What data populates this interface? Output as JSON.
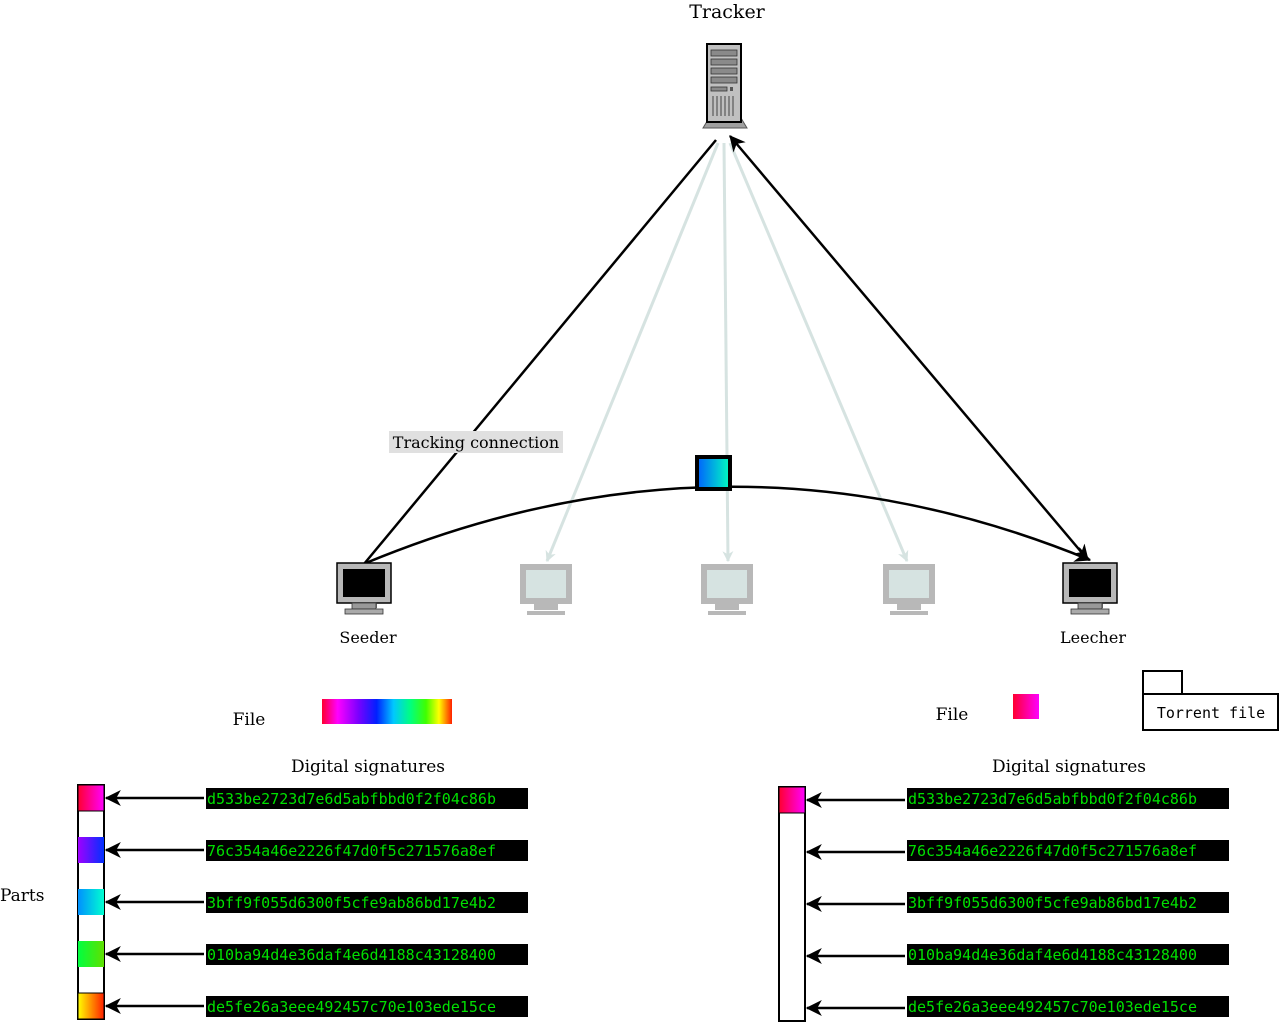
{
  "labels": {
    "tracker": "Tracker",
    "tracking_connection": "Tracking connection",
    "seeder": "Seeder",
    "leecher": "Leecher",
    "parts": "Parts",
    "torrent_file": "Torrent file"
  },
  "seeder_side": {
    "file_label": "File",
    "digital_signatures_label": "Digital signatures",
    "signatures": [
      "d533be2723d7e6d5abfbbd0f2f04c86b",
      "76c354a46e2226f47d0f5c271576a8ef",
      "3bff9f055d6300f5cfe9ab86bd17e4b2",
      "010ba94d4e36daf4e6d4188c43128400",
      "de5fe26a3eee492457c70e103ede15ce"
    ]
  },
  "leecher_side": {
    "file_label": "File",
    "digital_signatures_label": "Digital signatures",
    "signatures": [
      "d533be2723d7e6d5abfbbd0f2f04c86b",
      "76c354a46e2226f47d0f5c271576a8ef",
      "3bff9f055d6300f5cfe9ab86bd17e4b2",
      "010ba94d4e36daf4e6d4188c43128400",
      "de5fe26a3eee492457c70e103ede15ce"
    ]
  },
  "colors": {
    "active_line": "#000000",
    "inactive_line": "#d6e3e1",
    "signature_text": "#00e000",
    "signature_bg": "#000000",
    "label_bg": "#e0e0e0"
  }
}
